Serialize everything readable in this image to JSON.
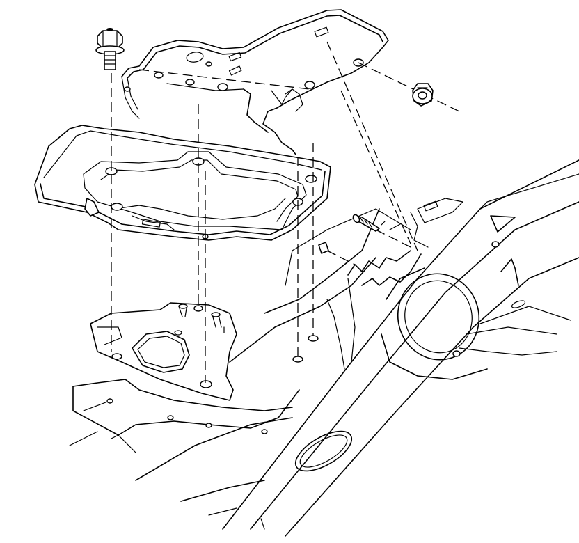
{
  "figure": {
    "background": "#ffffff",
    "line_color": "#000000",
    "parts": [
      {
        "name": "upper-bracket",
        "icon": "bracket-icon"
      },
      {
        "name": "tray",
        "icon": "tray-icon"
      },
      {
        "name": "mounting-base",
        "icon": "base-icon"
      },
      {
        "name": "vehicle-frame",
        "icon": "frame-icon"
      },
      {
        "name": "wheelhouse",
        "icon": "wheel-icon"
      },
      {
        "name": "flange-bolt",
        "icon": "bolt-icon"
      },
      {
        "name": "nut",
        "icon": "nut-icon"
      },
      {
        "name": "screw",
        "icon": "screw-icon"
      }
    ]
  }
}
